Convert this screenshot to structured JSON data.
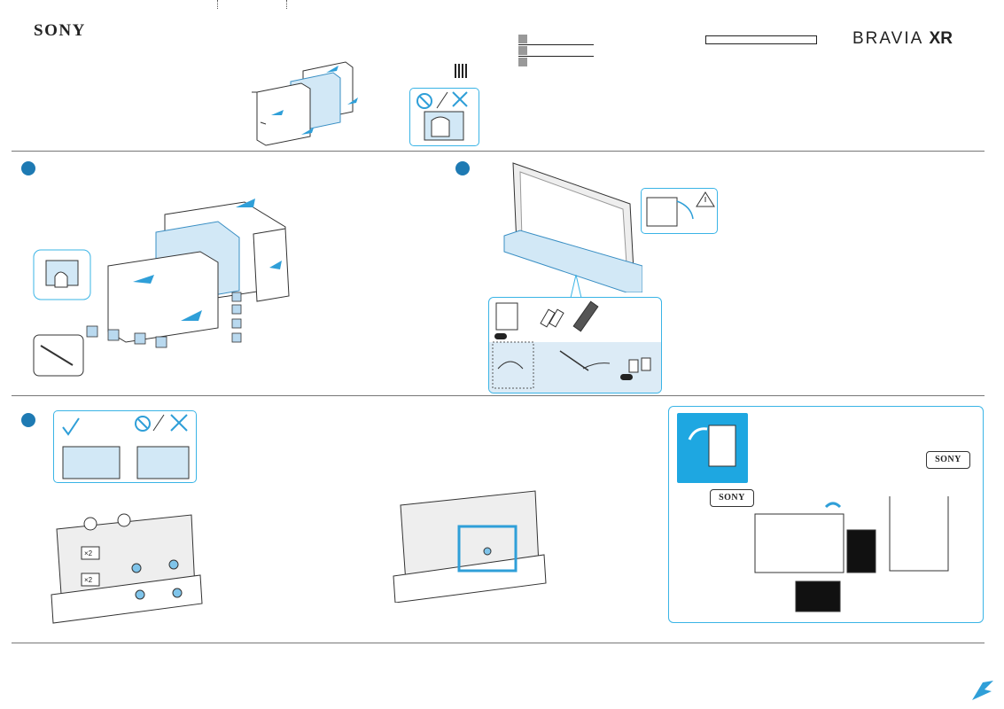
{
  "header": {
    "brand": "SONY",
    "product_line": "BRAVIA",
    "product_suffix": "XR"
  },
  "accessories": {
    "pill_label_1": "",
    "pill_label_2": ""
  },
  "wall_mount": {
    "logo_left": "SONY",
    "logo_right": "SONY"
  },
  "steps": [
    {
      "number": ""
    },
    {
      "number": ""
    },
    {
      "number": ""
    }
  ],
  "multipliers": {
    "upper": "×2",
    "lower": "×2"
  },
  "colors": {
    "accent": "#1e7ab3",
    "outline": "#3ab4e6",
    "panel_fill": "#dcebf6",
    "hint_fill": "#1ea7e1"
  }
}
